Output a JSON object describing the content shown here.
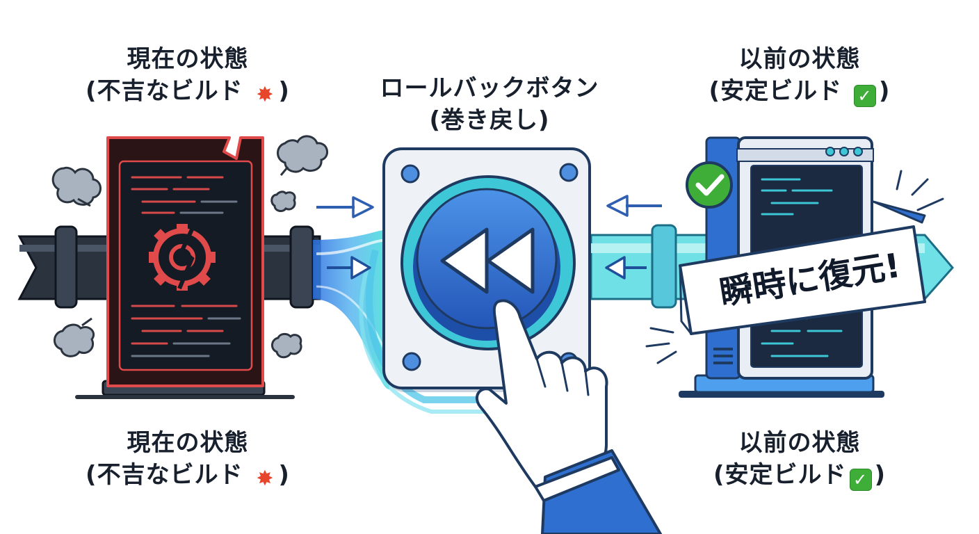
{
  "labels": {
    "current_top": {
      "line1": "現在の状態",
      "line2_pre": "(不吉なビルド",
      "line2_post": ")",
      "icon": "explosion-icon"
    },
    "rollback": {
      "line1": "ロールバックボタン",
      "line2": "(巻き戻し)"
    },
    "previous_top": {
      "line1": "以前の状態",
      "line2_pre": "(安定ビルド",
      "line2_post": ")",
      "icon": "check-icon"
    },
    "current_bottom": {
      "line1": "現在の状態",
      "line2_pre": "(不吉なビルド",
      "line2_post": ")",
      "icon": "explosion-icon"
    },
    "previous_bottom": {
      "line1": "以前の状態",
      "line2_pre": "(安定ビルド",
      "line2_post": ")",
      "icon": "check-icon"
    }
  },
  "banner": {
    "text": "瞬時に復元!"
  },
  "colors": {
    "danger": "#e04a4a",
    "dark": "#1b2330",
    "primary": "#2f6fd0",
    "accent": "#3ec7d6",
    "success": "#3fae39"
  }
}
